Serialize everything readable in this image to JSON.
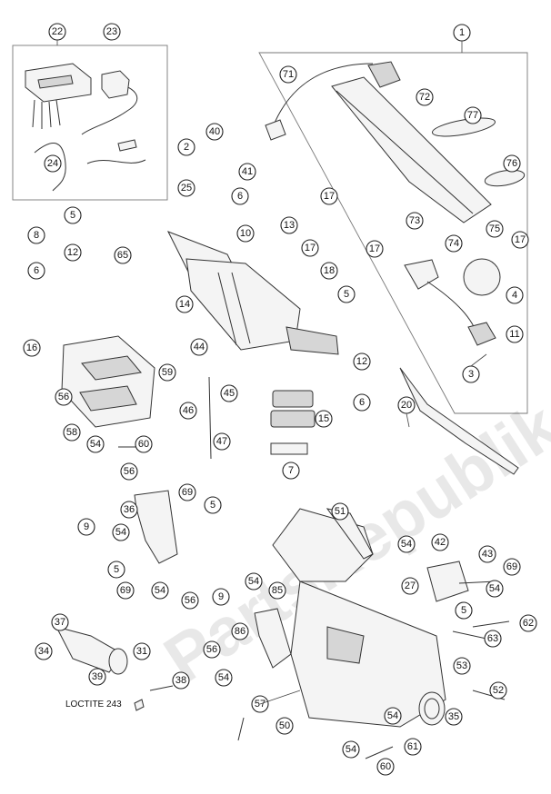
{
  "watermark": "PartsRepublik",
  "note": "LOCTITE 243",
  "callouts": [
    "1",
    "2",
    "3",
    "4",
    "5",
    "6",
    "7",
    "8",
    "9",
    "10",
    "11",
    "12",
    "13",
    "14",
    "15",
    "16",
    "17",
    "18",
    "20",
    "22",
    "23",
    "24",
    "25",
    "27",
    "31",
    "34",
    "35",
    "36",
    "37",
    "38",
    "39",
    "40",
    "41",
    "42",
    "43",
    "44",
    "45",
    "46",
    "47",
    "50",
    "51",
    "52",
    "53",
    "54",
    "56",
    "57",
    "58",
    "59",
    "60",
    "61",
    "62",
    "63",
    "65",
    "69",
    "71",
    "72",
    "73",
    "74",
    "75",
    "76",
    "77",
    "85",
    "86"
  ]
}
